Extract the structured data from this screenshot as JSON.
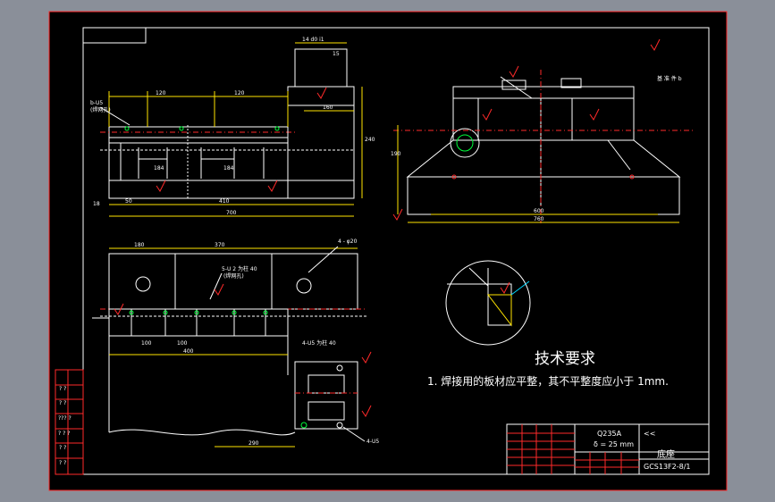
{
  "colors": {
    "background": "#8a8f99",
    "sheet": "#000000",
    "frame_outer": "#ff2a2a",
    "geometry": "#ffffff",
    "centerline": "#ff2a2a",
    "dimension": "#ffe400",
    "marker": "#00ff3c"
  },
  "tech_requirements": {
    "title": "技术要求",
    "item_1": "1. 焊接用的板材应平整，其不平整度应小于 1mm."
  },
  "title_block": {
    "material": "Q235A",
    "thickness": "δ = 25 mm",
    "part_name": "底座",
    "drawing_no": "GCS13F2-8/1",
    "scale_mark": "<<"
  },
  "left_strip_labels": [
    "? ?",
    "? ?",
    "??? ?",
    "? ? ?",
    "? ?",
    "? ?"
  ],
  "views": {
    "front": {
      "dims": {
        "top_small": "14 d0 i1",
        "top_small2": "15",
        "mid_120a": "120",
        "mid_120b": "120",
        "d160": "160",
        "d240": "240",
        "d410": "410",
        "d700": "700",
        "d184a": "184",
        "d184b": "184",
        "d50": "50",
        "d18": "18",
        "note_b": "b-U5",
        "note_b2": "(焊网孔)"
      }
    },
    "side": {
      "dims": {
        "d600": "600",
        "d760": "760",
        "d190": "190",
        "label_weld": "基 准 件 b"
      }
    },
    "plan": {
      "dims": {
        "d180": "180",
        "d370": "370",
        "d100a": "100",
        "d100b": "100",
        "d400": "400",
        "d290": "290",
        "note_holes1": "4 - φ20",
        "note_holes2": "5-U 2 为柱 40",
        "note_holes3": "(焊网孔)",
        "note_holes4": "4-U5",
        "note_holes5": "4-U5 为柱 40"
      }
    }
  }
}
